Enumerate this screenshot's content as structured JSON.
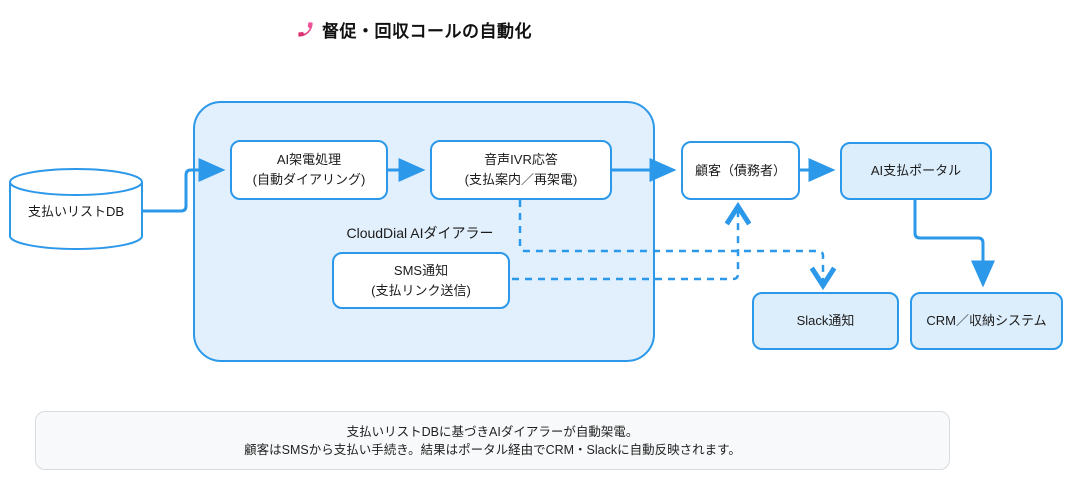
{
  "title": {
    "text": "督促・回収コールの自動化",
    "icon": "phone-icon",
    "icon_color_start": "#F25CA2",
    "icon_color_end": "#D62B6A"
  },
  "colors": {
    "line_blue": "#2B98EA",
    "container_fill": "#E1F0FC",
    "box_fill": "#DCEDFB",
    "footer_bg": "#F8F9FA"
  },
  "nodes": {
    "db": {
      "label": "支払いリストDB"
    },
    "container_label": "CloudDial AIダイアラー",
    "ai_dialing": {
      "line1": "AI架電処理",
      "line2": "(自動ダイアリング)"
    },
    "ivr": {
      "line1": "音声IVR応答",
      "line2": "(支払案内／再架電)"
    },
    "sms": {
      "line1": "SMS通知",
      "line2": "(支払リンク送信)"
    },
    "customer": {
      "label": "顧客（債務者）"
    },
    "portal": {
      "label": "AI支払ポータル"
    },
    "slack": {
      "label": "Slack通知"
    },
    "crm": {
      "label": "CRM／収納システム"
    }
  },
  "footer": {
    "line1": "支払いリストDBに基づきAIダイアラーが自動架電。",
    "line2": "顧客はSMSから支払い手続き。結果はポータル経由でCRM・Slackに自動反映されます。"
  }
}
